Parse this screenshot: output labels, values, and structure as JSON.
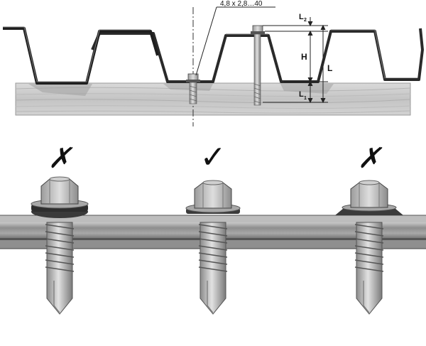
{
  "top_diagram": {
    "screw_spec": "4,8 x 2,8…40",
    "dimensions": {
      "l2": "L",
      "l2_sub": "2",
      "h": "H",
      "l": "L",
      "l1": "L",
      "l1_sub": "1"
    }
  },
  "examples": [
    {
      "mark": "✗",
      "verdict": "incorrect"
    },
    {
      "mark": "✓",
      "verdict": "correct"
    },
    {
      "mark": "✗",
      "verdict": "incorrect"
    }
  ],
  "colors": {
    "wood": "#cfcfcf",
    "sheet": "#2a2a2a",
    "steel_plate": "#9a9a9a",
    "screw": "#b8b8b8"
  }
}
